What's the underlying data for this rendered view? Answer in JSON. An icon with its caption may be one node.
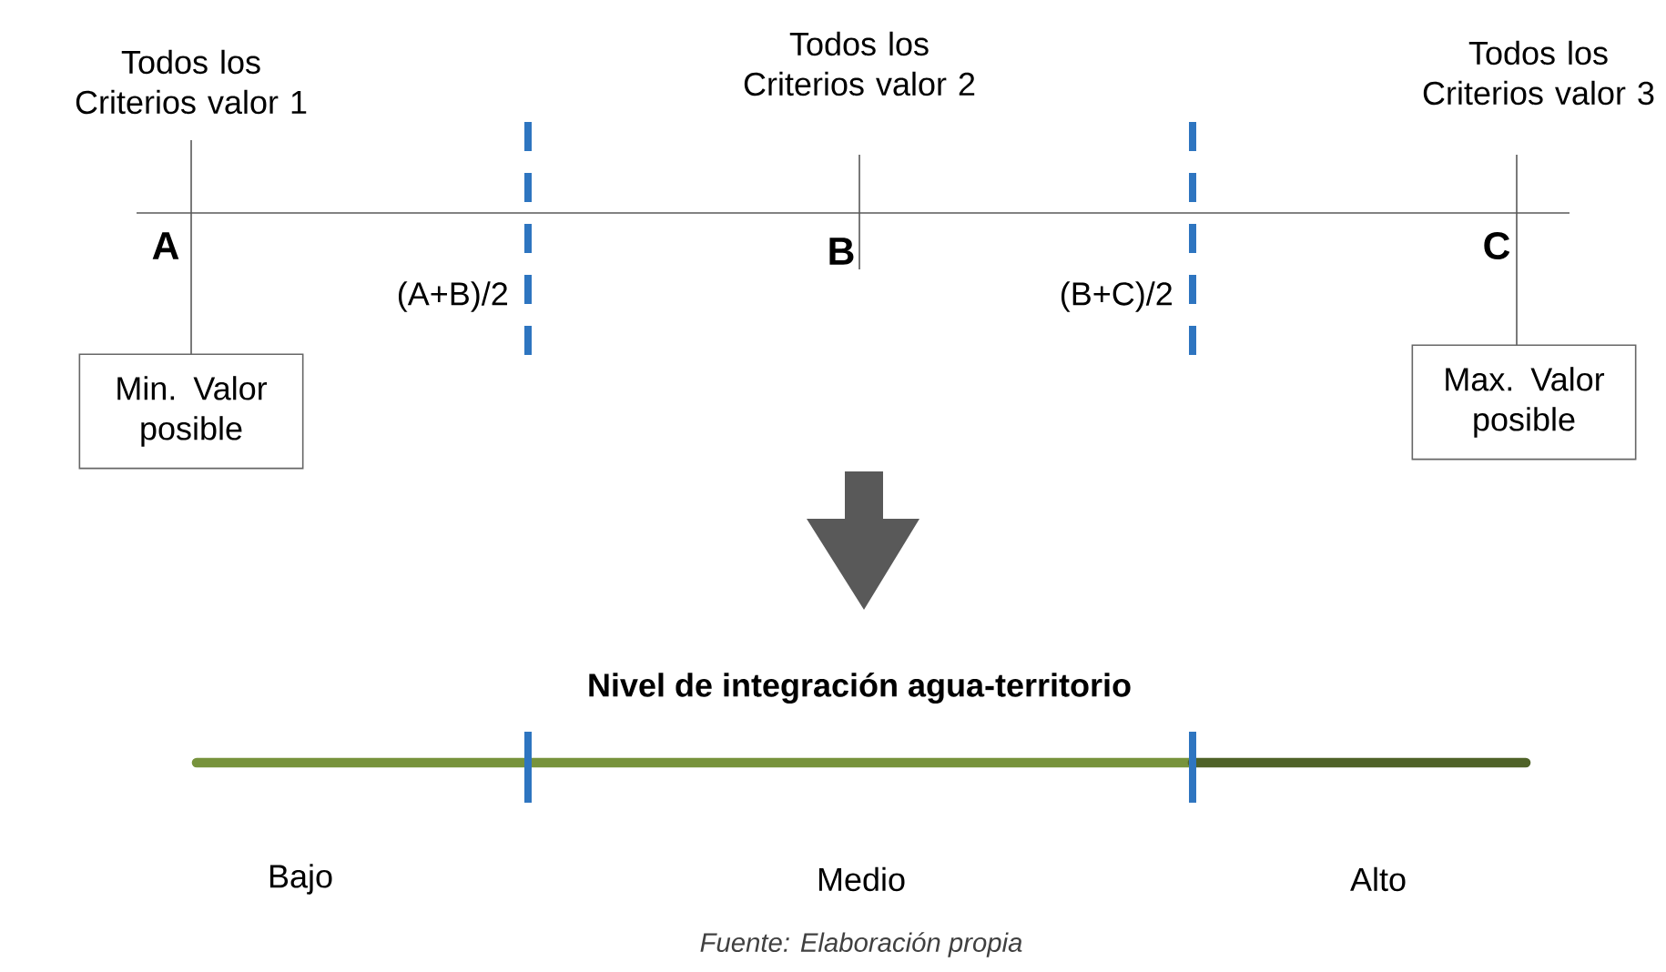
{
  "diagram": {
    "caption": "Fuente: Elaboración propia",
    "nodes": [
      {
        "text": [
          "Min. Valor posible"
        ]
      },
      {
        "text": [
          "Max. Valor posible"
        ]
      }
    ],
    "labels": [
      "Todos los Criterios valor 1",
      "Todos los Criterios valor 2",
      "Todos los Criterios valor 3",
      "A",
      "(A+B)/2",
      "B",
      "(B+C)/2",
      "C",
      "Nivel de integración agua-territorio",
      "Bajo",
      "Medio",
      "Alto"
    ]
  }
}
